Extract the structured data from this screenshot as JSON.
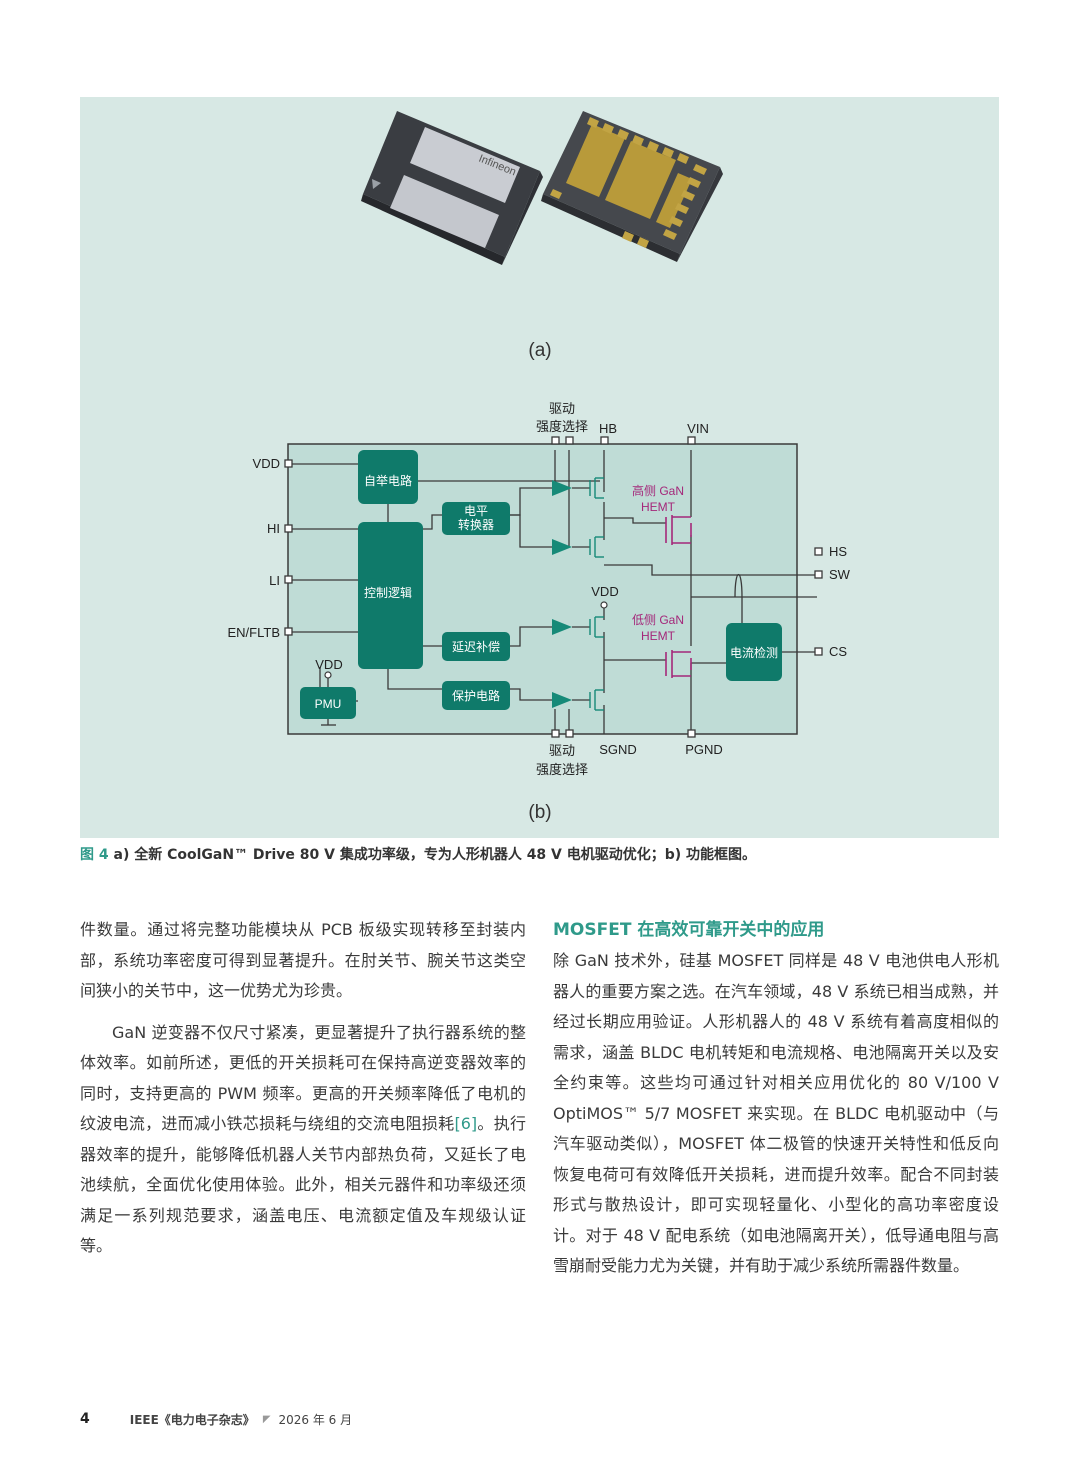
{
  "figure": {
    "label_a": "(a)",
    "label_b": "(b)",
    "chip_brand": "Infineon",
    "colors": {
      "panel": "#d7e8e4",
      "block": "#0f7a6a",
      "teal": "#168a78",
      "magenta": "#a4277a"
    },
    "diagram": {
      "top_drive_label_1": "驱动",
      "top_drive_label_2": "强度选择",
      "pin_hb": "HB",
      "pin_vin": "VIN",
      "pin_vdd": "VDD",
      "pin_hi": "HI",
      "pin_li": "LI",
      "pin_en": "EN/FLTB",
      "pin_vdd_pmu": "VDD",
      "pin_vdd_mid": "VDD",
      "pin_hs": "HS",
      "pin_sw": "SW",
      "pin_cs": "CS",
      "pin_sgnd": "SGND",
      "pin_pgnd": "PGND",
      "bottom_drive_label_1": "驱动",
      "bottom_drive_label_2": "强度选择",
      "block_bootstrap": "自举电路",
      "block_control": "控制逻辑",
      "block_level_1": "电平",
      "block_level_2": "转换器",
      "block_delay": "延迟补偿",
      "block_protect": "保护电路",
      "block_pmu": "PMU",
      "block_current": "电流检测",
      "hemt_high_1": "高侧 GaN",
      "hemt_high_2": "HEMT",
      "hemt_low_1": "低侧 GaN",
      "hemt_low_2": "HEMT"
    }
  },
  "caption": {
    "label": "图 4",
    "text": " a) 全新 CoolGaN™ Drive 80 V 集成功率级，专为人形机器人 48 V 电机驱动优化；b) 功能框图。"
  },
  "left_column": {
    "p1": "件数量。通过将完整功能模块从 PCB 板级实现转移至封装内部，系统功率密度可得到显著提升。在肘关节、腕关节这类空间狭小的关节中，这一优势尤为珍贵。",
    "p2_before": "GaN 逆变器不仅尺寸紧凑，更显著提升了执行器系统的整体效率。如前所述，更低的开关损耗可在保持高逆变器效率的同时，支持更高的 PWM 频率。更高的开关频率降低了电机的纹波电流，进而减小铁芯损耗与绕组的交流电阻损耗",
    "p2_ref": "[6]",
    "p2_after": "。执行器效率的提升，能够降低机器人关节内部热负荷，又延长了电池续航，全面优化使用体验。此外，相关元器件和功率级还须满足一系列规范要求，涵盖电压、电流额定值及车规级认证等。"
  },
  "right_column": {
    "heading": "MOSFET 在高效可靠开关中的应用",
    "p1": "除 GaN 技术外，硅基 MOSFET 同样是 48 V 电池供电人形机器人的重要方案之选。在汽车领域，48 V 系统已相当成熟，并经过长期应用验证。人形机器人的 48 V 系统有着高度相似的需求，涵盖 BLDC 电机转矩和电流规格、电池隔离开关以及安全约束等。这些均可通过针对相关应用优化的 80 V/100 V OptiMOS™ 5/7 MOSFET 来实现。在 BLDC 电机驱动中（与汽车驱动类似），MOSFET 体二极管的快速开关特性和低反向恢复电荷可有效降低开关损耗，进而提升效率。配合不同封装形式与散热设计，即可实现轻量化、小型化的高功率密度设计。对于 48 V 配电系统（如电池隔离开关），低导通电阻与高雪崩耐受能力尤为关键，并有助于减少系统所需器件数量。"
  },
  "footer": {
    "page_number": "4",
    "journal": "IEEE《电力电子杂志》",
    "date": "2026 年 6 月"
  }
}
